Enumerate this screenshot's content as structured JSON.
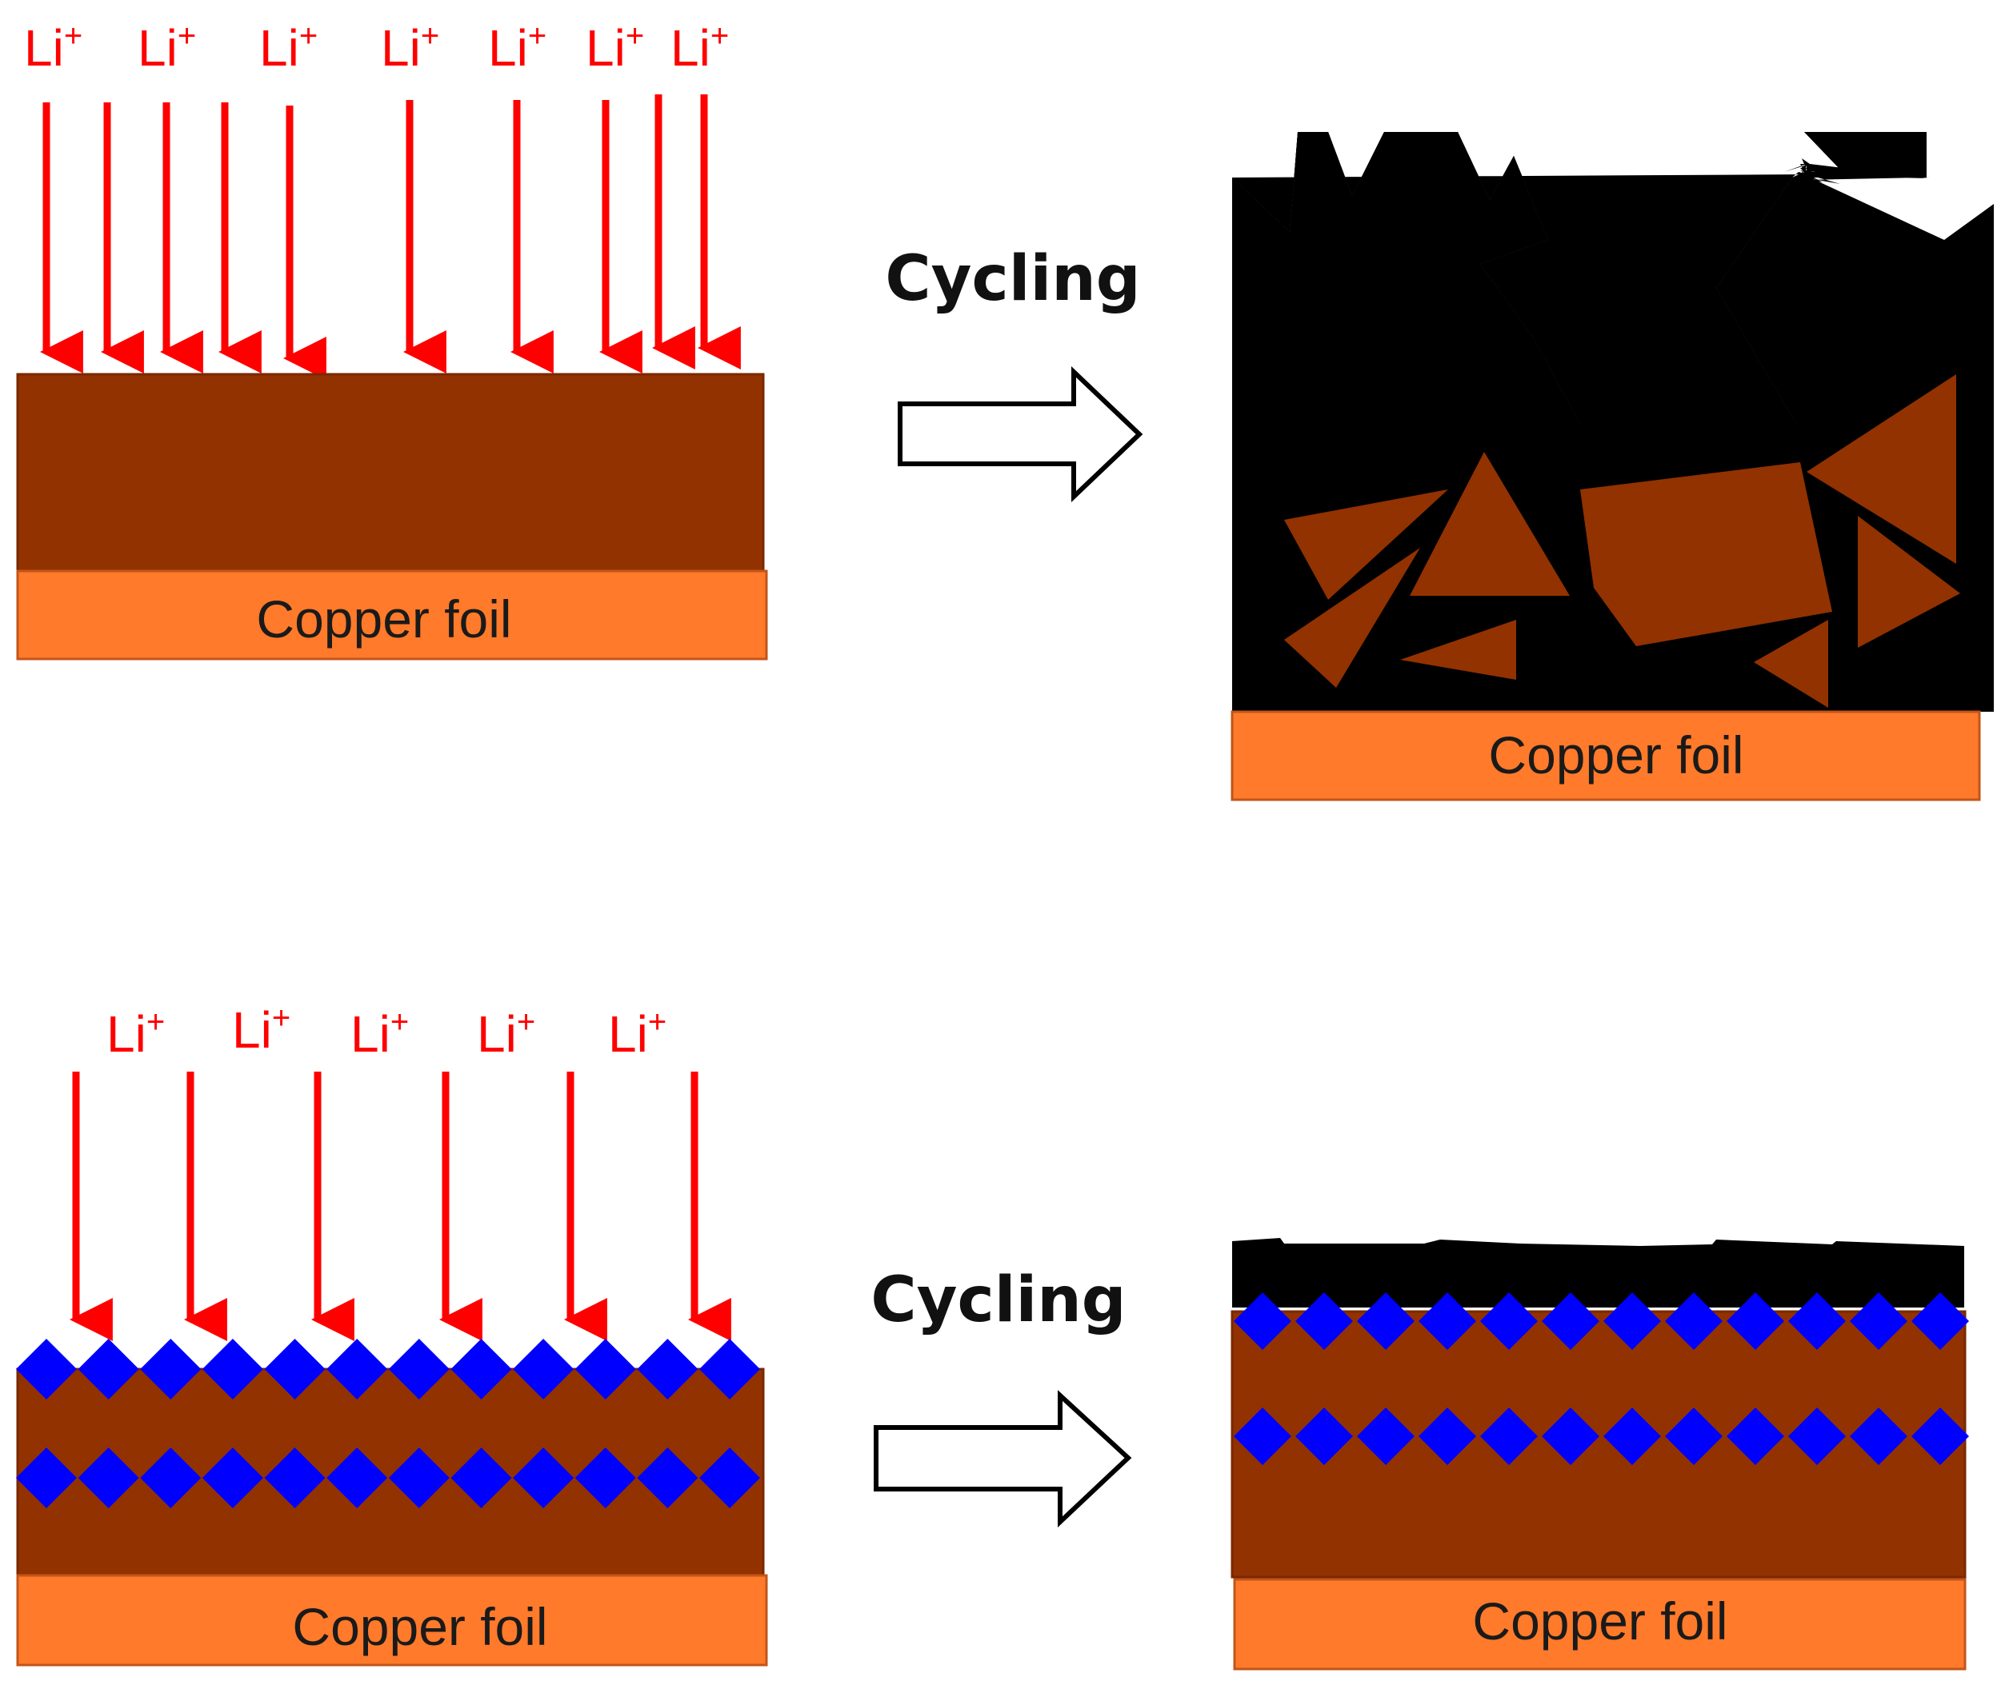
{
  "colors": {
    "copper_foil": "#ff7a2a",
    "copper_foil_border": "#c2551a",
    "anode_layer": "#923200",
    "lithium_dendrite": "#000000",
    "protective_particles": "#0000ff",
    "li_ion_arrows": "#ff0000",
    "process_arrow_outline": "#000000"
  },
  "top_panel": {
    "before": {
      "ion_label": "Li",
      "ion_charge": "+",
      "ion_label_count": 7,
      "arrow_count": 10,
      "foil_label": "Copper foil"
    },
    "process_label": "Cycling",
    "after": {
      "foil_label": "Copper foil",
      "state": "cracked anode fragments embedded in dendritic lithium"
    }
  },
  "bottom_panel": {
    "before": {
      "ion_label": "Li",
      "ion_charge": "+",
      "ion_label_count": 5,
      "arrow_count": 6,
      "foil_label": "Copper foil"
    },
    "process_label": "Cycling",
    "after": {
      "foil_label": "Copper foil",
      "state": "intact layered anode with thin uniform lithium layer"
    }
  }
}
